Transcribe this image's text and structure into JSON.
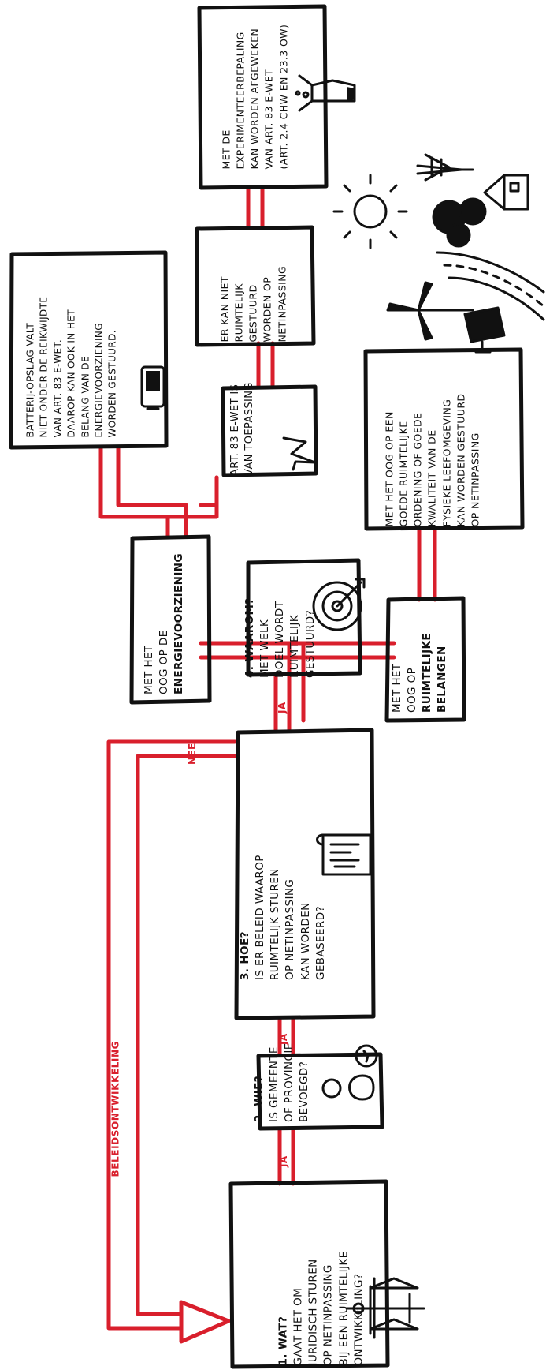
{
  "colors": {
    "ink": "#111111",
    "accent": "#d91f2c",
    "paper": "#ffffff"
  },
  "boxes": {
    "wat": {
      "heading": "1. WAT?",
      "lines": [
        "GAAT HET OM",
        "JURIDISCH STUREN",
        "OP NETINPASSING",
        "BIJ EEN RUIMTELIJKE",
        "ONTWIKKELING?"
      ],
      "icon": "scales-icon"
    },
    "wie": {
      "heading": "2. WIE?",
      "lines": [
        "IS GEMEENTE",
        "OF PROVINCIE",
        "BEVOEGD?"
      ],
      "icon": "person-check-icon"
    },
    "hoe": {
      "heading": "3. HOE?",
      "lines": [
        "IS ER BELEID WAAROP",
        "RUIMTELIJK STUREN",
        "OP NETINPASSING",
        "KAN WORDEN",
        "GEBASEERD?"
      ],
      "icon": "document-scroll-icon"
    },
    "waarom": {
      "heading": "4. WAAROM?",
      "lines": [
        "MET WELK",
        "DOEL WORDT",
        "RUIMTELIJK",
        "GESTUURD?"
      ],
      "icon": "target-icon"
    },
    "energie": {
      "lines": [
        "MET HET",
        "OOG OP DE"
      ],
      "bold": "ENERGIEVOORZIENING"
    },
    "ruimtelijk": {
      "lines": [
        "MET HET",
        "OOG OP"
      ],
      "bold_lines": [
        "RUIMTELIJKE",
        "BELANGEN"
      ]
    },
    "art83": {
      "lines": [
        "ART. 83 E-WET IS",
        "VAN TOEPASSING"
      ],
      "icon": "lightning-icon"
    },
    "batterij": {
      "lines": [
        "BATTERIJ-OPSLAG VALT",
        "NIET ONDER DE REIKWIJDTE",
        "VAN ART. 83 E-WET.",
        "DAAROP KAN OOK IN HET",
        "BELANG VAN DE",
        "ENERGIEVOORZIENING",
        "WORDEN GESTUURD."
      ],
      "icon": "battery-icon"
    },
    "kanniet": {
      "lines": [
        "ER KAN NIET",
        "RUIMTELIJK",
        "GESTUURD",
        "WORDEN OP",
        "NETINPASSING"
      ]
    },
    "experiment": {
      "lines": [
        "MET DE",
        "EXPERIMENTEERBEPALING",
        "KAN WORDEN AFGEWEKEN",
        "VAN ART. 83 E-WET",
        "(ART. 2.4 CHW EN 23.3 OW)"
      ],
      "icon": "flask-icon"
    },
    "ordening": {
      "lines": [
        "MET HET OOG OP EEN",
        "GOEDE RUIMTELIJKE",
        "ORDENING OF GOEDE",
        "KWALITEIT VAN DE",
        "FYSIEKE LEEFOMGEVING",
        "KAN WORDEN GESTUURD",
        "OP NETINPASSING"
      ]
    }
  },
  "connector_labels": {
    "ja": "JA",
    "nee": "NEE",
    "beleid": "BELEIDSONTWIKKELING"
  },
  "landscape_icons": [
    "sun-icon",
    "pylon-icon",
    "trees-icon",
    "house-icon",
    "road-icon",
    "wind-turbine-icon",
    "solar-panel-icon"
  ]
}
